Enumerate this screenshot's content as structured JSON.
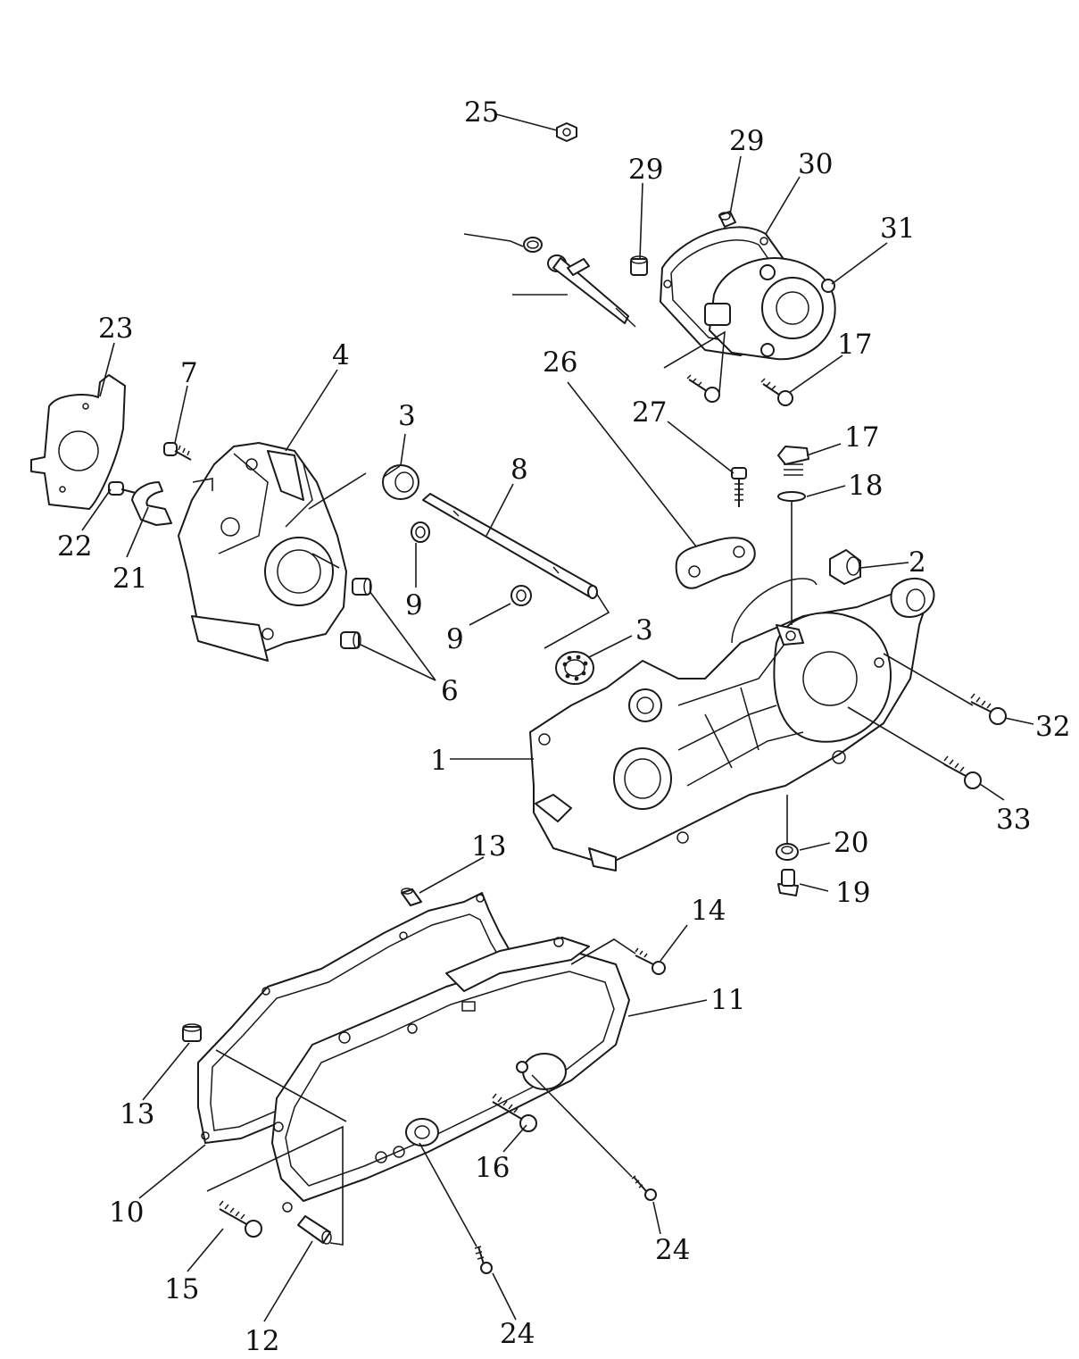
{
  "diagram": {
    "style": "exploded parts diagram, black line art on white",
    "callouts": [
      {
        "id": "callout-25",
        "label": "25"
      },
      {
        "id": "callout-29a",
        "label": "29"
      },
      {
        "id": "callout-29b",
        "label": "29"
      },
      {
        "id": "callout-30",
        "label": "30"
      },
      {
        "id": "callout-31",
        "label": "31"
      },
      {
        "id": "callout-17a",
        "label": "17"
      },
      {
        "id": "callout-26",
        "label": "26"
      },
      {
        "id": "callout-27",
        "label": "27"
      },
      {
        "id": "callout-17b",
        "label": "17"
      },
      {
        "id": "callout-18",
        "label": "18"
      },
      {
        "id": "callout-23",
        "label": "23"
      },
      {
        "id": "callout-7",
        "label": "7"
      },
      {
        "id": "callout-4",
        "label": "4"
      },
      {
        "id": "callout-3a",
        "label": "3"
      },
      {
        "id": "callout-8",
        "label": "8"
      },
      {
        "id": "callout-22",
        "label": "22"
      },
      {
        "id": "callout-21",
        "label": "21"
      },
      {
        "id": "callout-9a",
        "label": "9"
      },
      {
        "id": "callout-9b",
        "label": "9"
      },
      {
        "id": "callout-3b",
        "label": "3"
      },
      {
        "id": "callout-2",
        "label": "2"
      },
      {
        "id": "callout-6",
        "label": "6"
      },
      {
        "id": "callout-32",
        "label": "32"
      },
      {
        "id": "callout-1",
        "label": "1"
      },
      {
        "id": "callout-33",
        "label": "33"
      },
      {
        "id": "callout-20",
        "label": "20"
      },
      {
        "id": "callout-13a",
        "label": "13"
      },
      {
        "id": "callout-19",
        "label": "19"
      },
      {
        "id": "callout-14",
        "label": "14"
      },
      {
        "id": "callout-11",
        "label": "11"
      },
      {
        "id": "callout-13b",
        "label": "13"
      },
      {
        "id": "callout-16",
        "label": "16"
      },
      {
        "id": "callout-10",
        "label": "10"
      },
      {
        "id": "callout-24a",
        "label": "24"
      },
      {
        "id": "callout-15",
        "label": "15"
      },
      {
        "id": "callout-12",
        "label": "12"
      },
      {
        "id": "callout-24b",
        "label": "24"
      }
    ]
  }
}
